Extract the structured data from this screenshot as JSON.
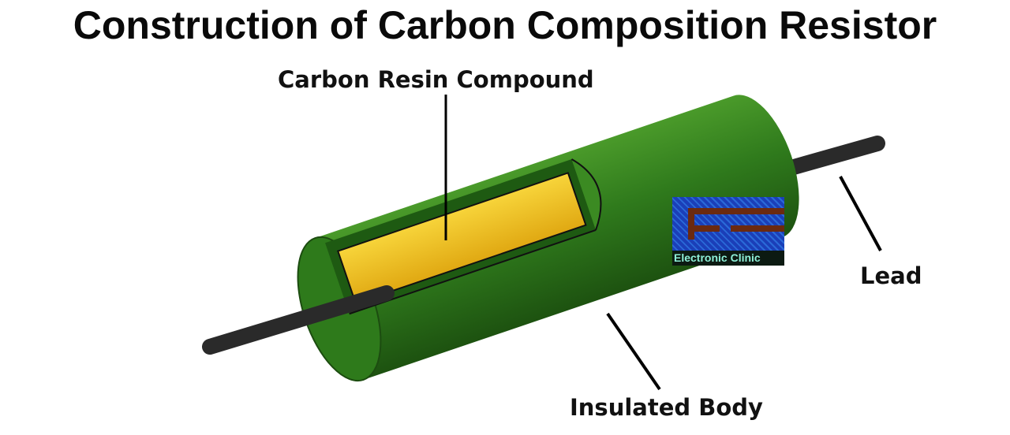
{
  "title": "Construction of Carbon Composition Resistor",
  "labels": {
    "compound": "Carbon Resin Compound",
    "lead": "Lead",
    "body": "Insulated Body"
  },
  "logo": {
    "text": "Electronic Clinic"
  },
  "colors": {
    "body": "#2f7a1c",
    "compound": "#f2c21a",
    "lead": "#2a2a2a"
  }
}
